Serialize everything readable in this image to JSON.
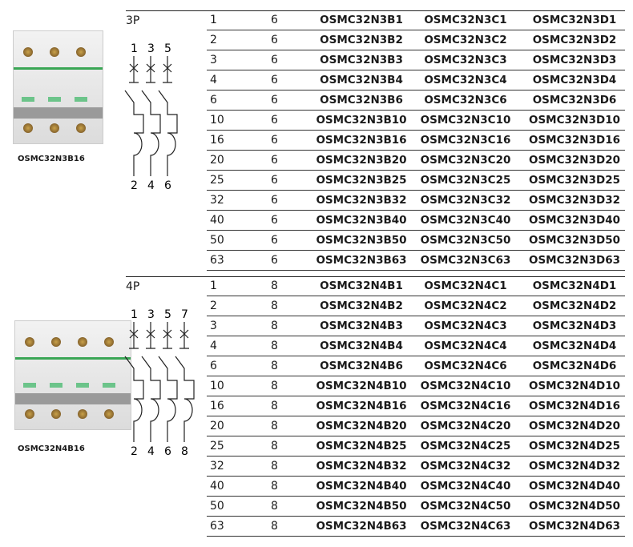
{
  "sections": [
    {
      "pole": "3P",
      "caption": "OSMC32N3B16",
      "terminals_top": [
        "1",
        "3",
        "5"
      ],
      "terminals_bottom": [
        "2",
        "4",
        "6"
      ],
      "rows": [
        [
          "1",
          "6",
          "OSMC32N3B1",
          "OSMC32N3C1",
          "OSMC32N3D1"
        ],
        [
          "2",
          "6",
          "OSMC32N3B2",
          "OSMC32N3C2",
          "OSMC32N3D2"
        ],
        [
          "3",
          "6",
          "OSMC32N3B3",
          "OSMC32N3C3",
          "OSMC32N3D3"
        ],
        [
          "4",
          "6",
          "OSMC32N3B4",
          "OSMC32N3C4",
          "OSMC32N3D4"
        ],
        [
          "6",
          "6",
          "OSMC32N3B6",
          "OSMC32N3C6",
          "OSMC32N3D6"
        ],
        [
          "10",
          "6",
          "OSMC32N3B10",
          "OSMC32N3C10",
          "OSMC32N3D10"
        ],
        [
          "16",
          "6",
          "OSMC32N3B16",
          "OSMC32N3C16",
          "OSMC32N3D16"
        ],
        [
          "20",
          "6",
          "OSMC32N3B20",
          "OSMC32N3C20",
          "OSMC32N3D20"
        ],
        [
          "25",
          "6",
          "OSMC32N3B25",
          "OSMC32N3C25",
          "OSMC32N3D25"
        ],
        [
          "32",
          "6",
          "OSMC32N3B32",
          "OSMC32N3C32",
          "OSMC32N3D32"
        ],
        [
          "40",
          "6",
          "OSMC32N3B40",
          "OSMC32N3C40",
          "OSMC32N3D40"
        ],
        [
          "50",
          "6",
          "OSMC32N3B50",
          "OSMC32N3C50",
          "OSMC32N3D50"
        ],
        [
          "63",
          "6",
          "OSMC32N3B63",
          "OSMC32N3C63",
          "OSMC32N3D63"
        ]
      ]
    },
    {
      "pole": "4P",
      "caption": "OSMC32N4B16",
      "terminals_top": [
        "1",
        "3",
        "5",
        "7"
      ],
      "terminals_bottom": [
        "2",
        "4",
        "6",
        "8"
      ],
      "rows": [
        [
          "1",
          "8",
          "OSMC32N4B1",
          "OSMC32N4C1",
          "OSMC32N4D1"
        ],
        [
          "2",
          "8",
          "OSMC32N4B2",
          "OSMC32N4C2",
          "OSMC32N4D2"
        ],
        [
          "3",
          "8",
          "OSMC32N4B3",
          "OSMC32N4C3",
          "OSMC32N4D3"
        ],
        [
          "4",
          "8",
          "OSMC32N4B4",
          "OSMC32N4C4",
          "OSMC32N4D4"
        ],
        [
          "6",
          "8",
          "OSMC32N4B6",
          "OSMC32N4C6",
          "OSMC32N4D6"
        ],
        [
          "10",
          "8",
          "OSMC32N4B10",
          "OSMC32N4C10",
          "OSMC32N4D10"
        ],
        [
          "16",
          "8",
          "OSMC32N4B16",
          "OSMC32N4C16",
          "OSMC32N4D16"
        ],
        [
          "20",
          "8",
          "OSMC32N4B20",
          "OSMC32N4C20",
          "OSMC32N4D20"
        ],
        [
          "25",
          "8",
          "OSMC32N4B25",
          "OSMC32N4C25",
          "OSMC32N4D25"
        ],
        [
          "32",
          "8",
          "OSMC32N4B32",
          "OSMC32N4C32",
          "OSMC32N4D32"
        ],
        [
          "40",
          "8",
          "OSMC32N4B40",
          "OSMC32N4C40",
          "OSMC32N4D40"
        ],
        [
          "50",
          "8",
          "OSMC32N4B50",
          "OSMC32N4C50",
          "OSMC32N4D50"
        ],
        [
          "63",
          "8",
          "OSMC32N4B63",
          "OSMC32N4C63",
          "OSMC32N4D63"
        ]
      ]
    }
  ]
}
